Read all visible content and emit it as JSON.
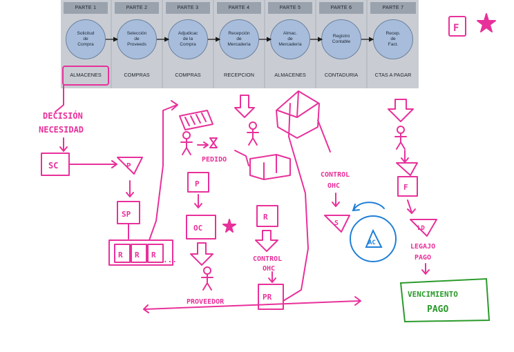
{
  "process": {
    "lanes": [
      {
        "header": "PARTE 1",
        "step": "Solicitud\nde\nCompra",
        "dept": "ALMACENES"
      },
      {
        "header": "PARTE 2",
        "step": "Selección\nde\nProveeds",
        "dept": "COMPRAS"
      },
      {
        "header": "PARTE 3",
        "step": "Adjudicac\nde la\nCompra",
        "dept": "COMPRAS"
      },
      {
        "header": "PARTE 4",
        "step": "Recepción\nde\nMercadería",
        "dept": "RECEPCION"
      },
      {
        "header": "PARTE 5",
        "step": "Almac.\nde\nMercadería",
        "dept": "ALMACENES"
      },
      {
        "header": "PARTE 6",
        "step": "Registro\nContable",
        "dept": "CONTADURIA"
      },
      {
        "header": "PARTE 7",
        "step": "Recep.\nde\nFact.",
        "dept": "CTAS A PAGAR"
      }
    ]
  },
  "annotations": {
    "decision": "DECISIÓN",
    "necesidad": "NECESIDAD",
    "sc": "SC",
    "p1": "P",
    "sp": "SP",
    "r1": "R",
    "r2": "R",
    "r3": "R",
    "dots": "...",
    "p2": "P",
    "oc": "OC",
    "pedido": "PEDIDO",
    "proveedor": "PROVEEDOR",
    "r4": "R",
    "control1": "CONTROL",
    "ohc1": "OHC",
    "pr": "PR",
    "control2": "CONTROL",
    "ohc2": "OHC",
    "s": "S",
    "f_top": "F",
    "f": "F",
    "ld": "LD",
    "legajo": "LEGAJO",
    "pago_legajo": "PAGO",
    "ac": "AC",
    "vencimiento": "VENCIMIENTO",
    "pago": "PAGO"
  },
  "colors": {
    "ink_pink": "#e8309a",
    "ink_blue": "#1e7fd6",
    "ink_green": "#2a9a2a",
    "lane_bg": "#c9cdd3",
    "lane_header": "#9aa2ad",
    "node_fill": "#a7bddb"
  }
}
